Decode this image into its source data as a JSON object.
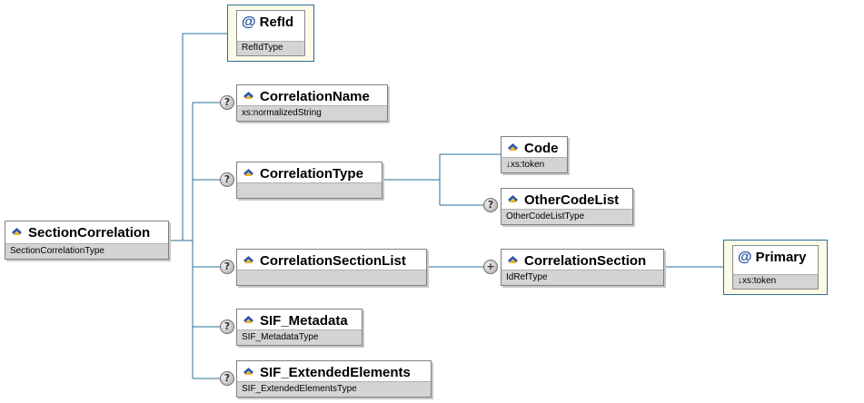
{
  "root": {
    "name": "SectionCorrelation",
    "type": "SectionCorrelationType"
  },
  "attribute_refid": {
    "name": "RefId",
    "type": "RefIdType"
  },
  "correlation_name": {
    "name": "CorrelationName",
    "type": "xs:normalizedString",
    "optional_mark": "?"
  },
  "correlation_type": {
    "name": "CorrelationType",
    "type": "",
    "optional_mark": "?"
  },
  "code": {
    "name": "Code",
    "type": "↓xs:token"
  },
  "other_code_list": {
    "name": "OtherCodeList",
    "type": "OtherCodeListType",
    "optional_mark": "?"
  },
  "correlation_section_list": {
    "name": "CorrelationSectionList",
    "type": "",
    "optional_mark": "?"
  },
  "correlation_section": {
    "name": "CorrelationSection",
    "type": "IdRefType",
    "repeat_mark": "+"
  },
  "attribute_primary": {
    "name": "Primary",
    "type": "↓xs:token"
  },
  "sif_metadata": {
    "name": "SIF_Metadata",
    "type": "SIF_MetadataType",
    "optional_mark": "?"
  },
  "sif_extended_elements": {
    "name": "SIF_ExtendedElements",
    "type": "SIF_ExtendedElementsType",
    "optional_mark": "?"
  },
  "icons": {
    "element": "element-icon",
    "attribute": "attribute-at-icon",
    "optional": "question-badge-icon",
    "repeat": "plus-badge-icon"
  },
  "colors": {
    "connector": "#2a6f97",
    "type_bar": "#d4d4d4",
    "attribute_bg": "#fbfbe8"
  }
}
